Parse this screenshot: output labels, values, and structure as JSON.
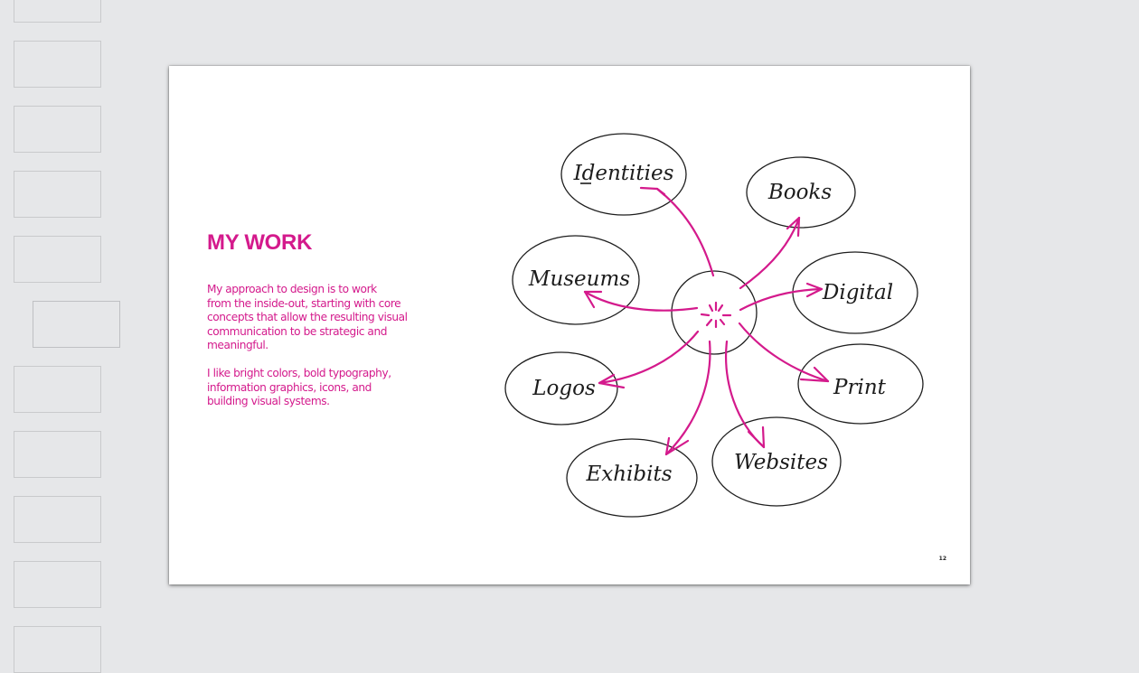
{
  "slide": {
    "heading": "MY WORK",
    "paragraph1": "My approach to design is to work\nfrom the inside-out, starting with core\nconcepts that allow the resulting visual\ncommunication to be strategic and\nmeaningful.",
    "paragraph2": "I like bright colors, bold typography,\ninformation graphics, icons, and\nbuilding visual systems.",
    "page_number": "12"
  },
  "diagram": {
    "nodes": [
      "Identities",
      "Books",
      "Museums",
      "Digital",
      "Logos",
      "Print",
      "Exhibits",
      "Websites"
    ]
  },
  "colors": {
    "accent": "#d41a8c",
    "background": "#e6e7e9",
    "page": "#ffffff",
    "ink": "#1e1e1e"
  }
}
